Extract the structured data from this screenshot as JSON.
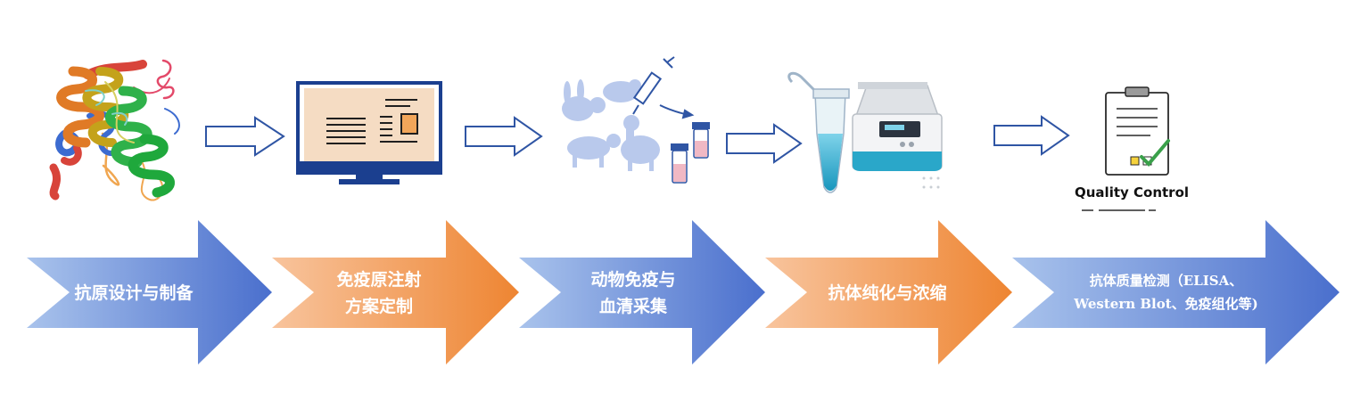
{
  "colors": {
    "blue_arrow_light": "#9dbbe8",
    "blue_arrow_dark": "#4f74cf",
    "orange_arrow_light": "#f6b98d",
    "orange_arrow_dark": "#ef8a3c",
    "outline_arrow": "#2f55a4",
    "silhouette": "#b7c7ea",
    "tube_liquid": "#2aa7c9"
  },
  "icons": [
    "protein-structure-icon",
    "computer-monitor-icon",
    "animals-syringe-icon",
    "tube-and-centrifuge-icon",
    "clipboard-check-icon"
  ],
  "quality_control_label": "Quality Control",
  "steps": [
    {
      "lines": [
        "抗原设计与制备"
      ]
    },
    {
      "lines": [
        "免疫原注射",
        "方案定制"
      ]
    },
    {
      "lines": [
        "动物免疫与",
        "血清采集"
      ]
    },
    {
      "lines": [
        "抗体纯化与浓缩"
      ]
    },
    {
      "lines": [
        "抗体质量检测（ELISA、",
        "Western Blot、免疫组化等)"
      ]
    }
  ]
}
